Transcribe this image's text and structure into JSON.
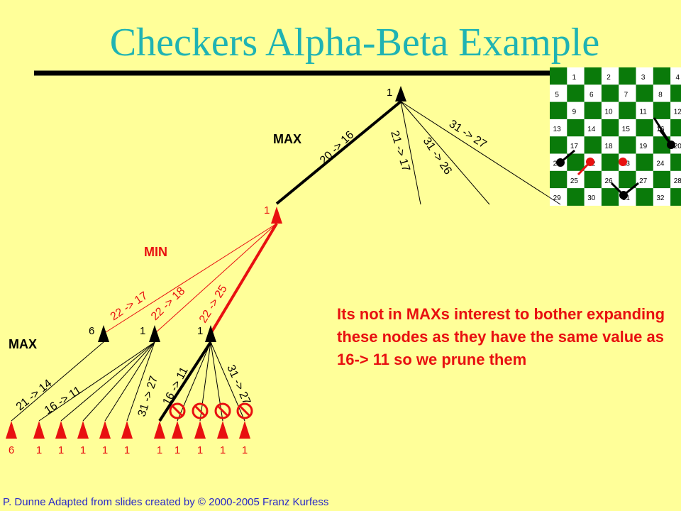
{
  "title": "Checkers Alpha-Beta Example",
  "footer": "P. Dunne  Adapted from slides created by © 2000-2005 Franz Kurfess",
  "note": "Its not in MAXs interest to bother expanding these nodes as they have the same value as 16-> 11 so we prune them",
  "level_labels": {
    "max_top": "MAX",
    "min": "MIN",
    "max_bottom": "MAX"
  },
  "root_value": "1",
  "min_node_value": "1",
  "root_moves": [
    "20 -> 16",
    "21 -> 17",
    "31 -> 26",
    "31 -> 27"
  ],
  "min_moves": [
    "22 -> 17",
    "22 -> 18",
    "22 -> 25"
  ],
  "max_node_values": [
    "6",
    "1",
    "1"
  ],
  "max_moves": [
    "21 -> 14",
    "16 -> 11",
    "31 -> 27",
    "16 -> 11",
    "31 -> 27"
  ],
  "leaf_values": [
    "6",
    "1",
    "1",
    "1",
    "1",
    "1",
    "1",
    "1",
    "1",
    "1",
    "1"
  ],
  "board_numbers": [
    "1",
    "2",
    "3",
    "4",
    "5",
    "6",
    "7",
    "8",
    "9",
    "10",
    "11",
    "12",
    "13",
    "14",
    "15",
    "16",
    "17",
    "18",
    "19",
    "20",
    "21",
    "22",
    "23",
    "24",
    "25",
    "26",
    "27",
    "28",
    "29",
    "30",
    "31",
    "32"
  ],
  "colors": {
    "background": "#FFFF99",
    "title": "#1FB3B3",
    "red": "#E81010",
    "black": "#000000",
    "board_dark": "#0A7A0A",
    "board_light": "#FFFFFF",
    "footer": "#2828C8"
  }
}
